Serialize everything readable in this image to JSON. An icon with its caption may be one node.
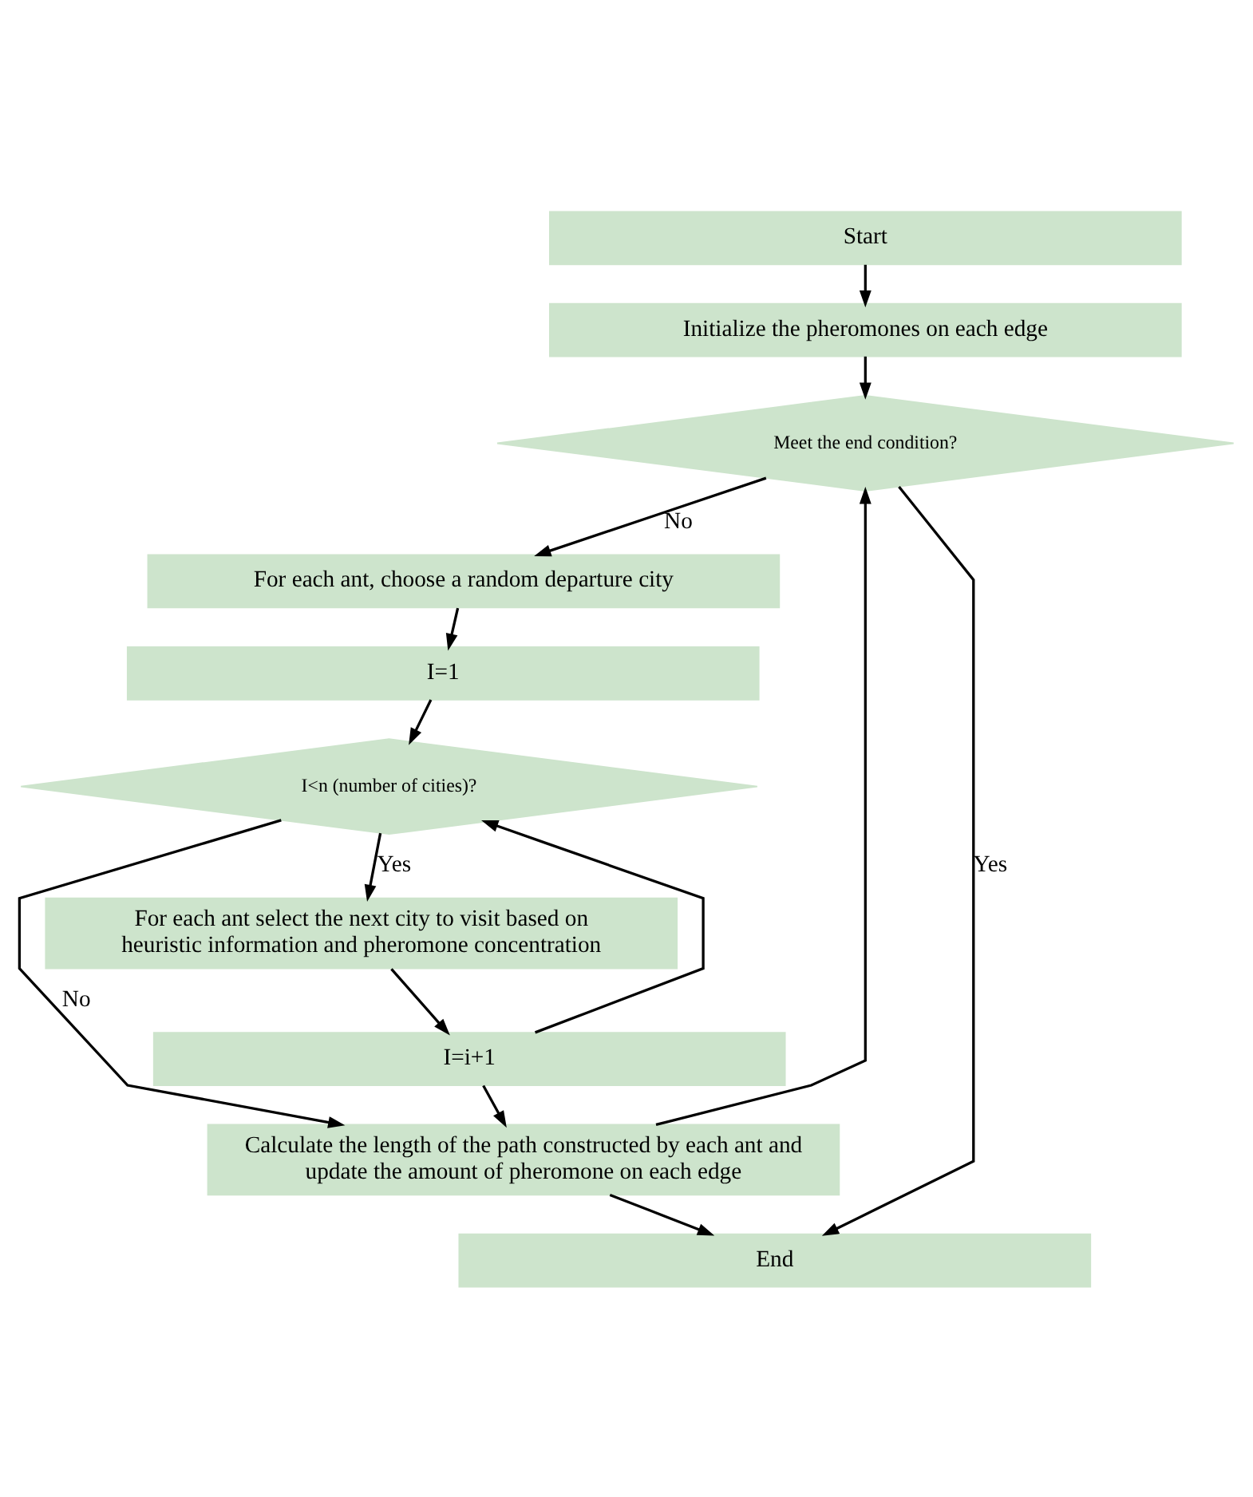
{
  "diagram": {
    "nodes": [
      {
        "text": [
          "Start"
        ]
      },
      {
        "text": [
          "Initialize the pheromones on each edge"
        ]
      },
      {
        "text": [
          "Meet the end condition?"
        ]
      },
      {
        "text": [
          "For each ant, choose a random departure city"
        ]
      },
      {
        "text": [
          "I=1"
        ]
      },
      {
        "text": [
          "I<n (number of cities)?"
        ]
      },
      {
        "text": [
          "For each ant select the next city to visit based on heuristic information and pheromone concentration"
        ]
      },
      {
        "text": [
          "I=i+1"
        ]
      },
      {
        "text": [
          "Calculate the length of the path constructed by each ant and update the amount of pheromone on each edge"
        ]
      },
      {
        "text": [
          "End"
        ]
      }
    ],
    "edges": [
      {
        "from": 0,
        "to": 1,
        "arrow": "to"
      },
      {
        "from": 1,
        "to": 2,
        "arrow": "to"
      },
      {
        "from": 2,
        "to": 3,
        "arrow": "to",
        "label": "No"
      },
      {
        "from": 3,
        "to": 4,
        "arrow": "to"
      },
      {
        "from": 4,
        "to": 5,
        "arrow": "to"
      },
      {
        "from": 5,
        "to": 6,
        "arrow": "to",
        "label": "Yes"
      },
      {
        "from": 6,
        "to": 7,
        "arrow": "to"
      },
      {
        "from": 7,
        "to": 5,
        "arrow": "to"
      },
      {
        "from": 7,
        "to": 8,
        "arrow": "to"
      },
      {
        "from": 5,
        "to": 8,
        "arrow": "to",
        "label": "No"
      },
      {
        "from": 8,
        "to": 2,
        "arrow": "to"
      },
      {
        "from": 8,
        "to": 9,
        "arrow": "to"
      },
      {
        "from": 2,
        "to": 9,
        "arrow": "to",
        "label": "Yes"
      }
    ]
  }
}
